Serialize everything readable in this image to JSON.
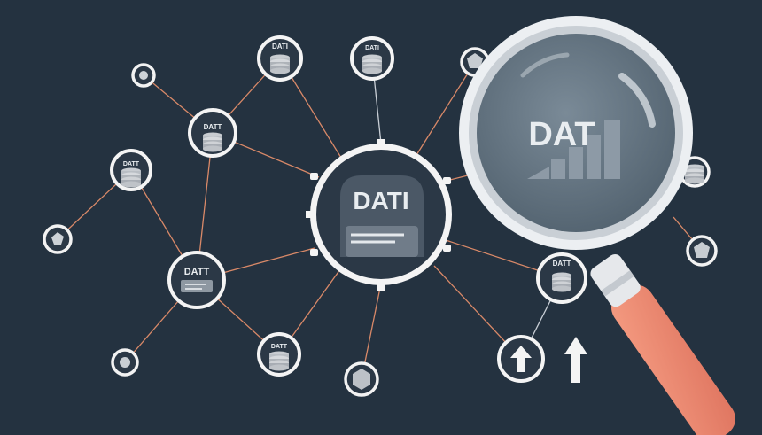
{
  "labels": {
    "central_hub": "DATI",
    "magnifier": "DAT",
    "node_top_left": "DATI",
    "node_top_mid": "DATI",
    "node_upper_left": "DATT",
    "node_left": "DATT",
    "node_lower_left": "DATT",
    "node_bottom_mid": "DATT",
    "node_right_mid": "DATT"
  },
  "colors": {
    "background": "#243240",
    "node_ring": "#f4f4f4",
    "node_fill": "#2b3846",
    "edge_orange": "#d98968",
    "edge_gray": "#c9cfd6",
    "handle": "#ee8a72",
    "lens": "#647482"
  },
  "icons": [
    "database-icon",
    "shield-icon",
    "document-icon",
    "magnifying-glass-icon",
    "arrow-up-icon",
    "bar-chart-icon"
  ]
}
